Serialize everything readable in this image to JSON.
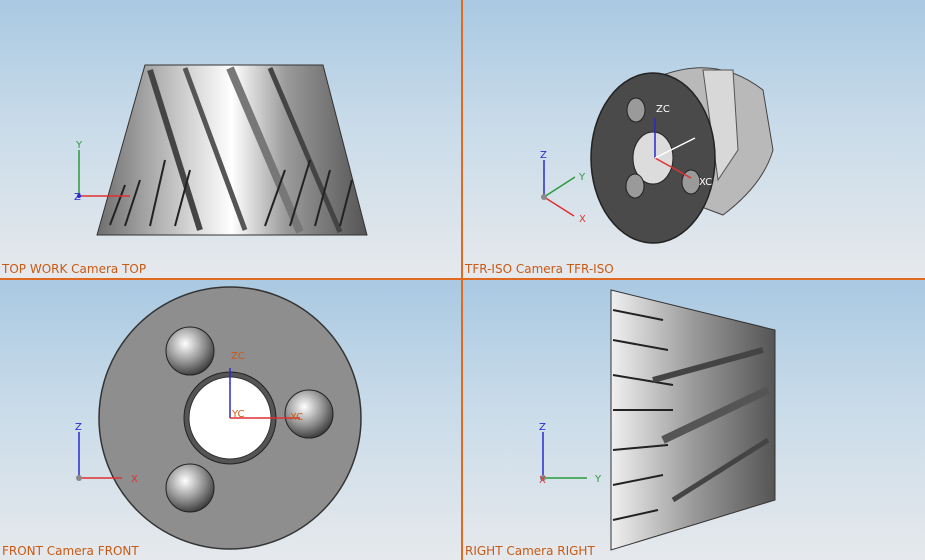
{
  "viewports": {
    "top": {
      "label": "TOP WORK Camera TOP"
    },
    "iso": {
      "label": "TFR-ISO Camera TFR-ISO"
    },
    "front": {
      "label": "FRONT Camera FRONT"
    },
    "right": {
      "label": "RIGHT Camera RIGHT"
    }
  },
  "axes": {
    "x": "X",
    "y": "Y",
    "z": "Z",
    "xc": "XC",
    "yc": "YC",
    "zc": "ZC"
  },
  "colors": {
    "divider": "#e06a21",
    "label": "#c85a14",
    "axis_x": "#e03030",
    "axis_y": "#2a9a3a",
    "axis_z": "#2a2ad0"
  }
}
